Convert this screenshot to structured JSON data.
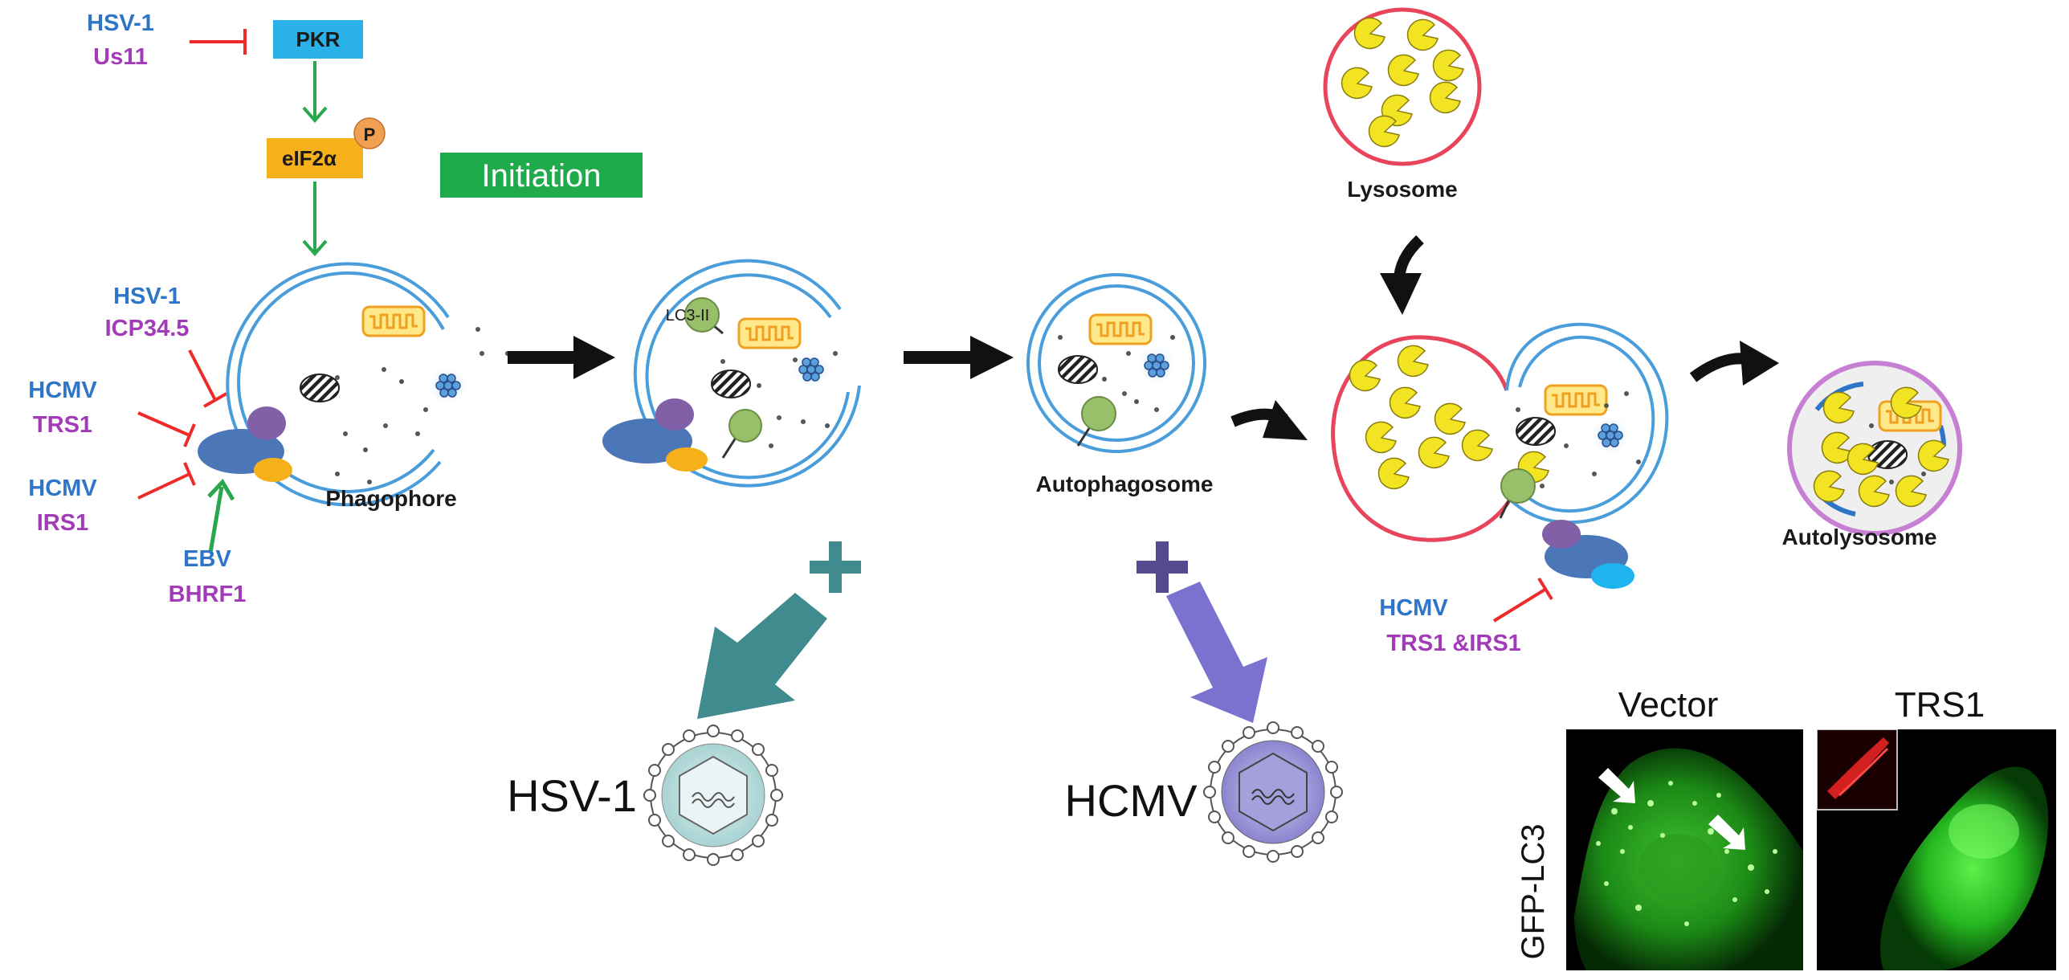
{
  "colors": {
    "blue": "#2E75C8",
    "purple": "#A23BB8",
    "red": "#EE2A2A",
    "green": "#28A84A",
    "teal": "#3F8B8E",
    "lavender": "#7B72CF",
    "pkr_box": "#29B1E8",
    "eif2a_box": "#F6B01A",
    "initiation_box": "#1FAA4B",
    "lysosome_ring": "#E8455C",
    "autolysosome_ring": "#C77FD4",
    "enzyme": "#F2E423",
    "membrane": "#4A9DDB"
  },
  "labels": {
    "top_virus": "HSV-1",
    "top_protein": "Us11",
    "pkr": "PKR",
    "eif2a": "eIF2α",
    "phospho": "P",
    "initiation": "Initiation",
    "icp_virus": "HSV-1",
    "icp_protein": "ICP34.5",
    "trs_virus": "HCMV",
    "trs_protein": "TRS1",
    "irs_virus": "HCMV",
    "irs_protein": "IRS1",
    "ebv_virus": "EBV",
    "ebv_protein": "BHRF1",
    "phagophore": "Phagophore",
    "lc3": "LC3-II",
    "autophagosome": "Autophagosome",
    "lysosome": "Lysosome",
    "autolysosome": "Autolysosome",
    "fusion_virus": "HCMV",
    "fusion_protein": "TRS1 &IRS1",
    "hsv_particle": "HSV-1",
    "hcmv_particle": "HCMV",
    "micro_vector": "Vector",
    "micro_trs1": "TRS1",
    "micro_ylabel": "GFP-LC3"
  }
}
